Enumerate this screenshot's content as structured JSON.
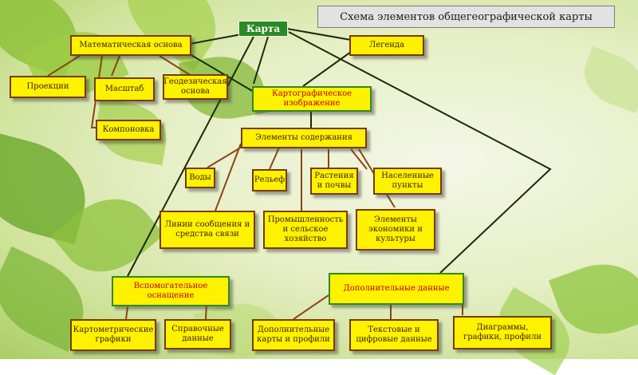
{
  "title": "Схема элементов общегеографической карты",
  "colors": {
    "node_fill": "#fff200",
    "node_border": "#7a3a0a",
    "root_fill": "#2a8a24",
    "red_text": "#c00000"
  },
  "nodes": {
    "karta": "Карта",
    "mat_osnova": "Математическая основа",
    "legenda": "Легенда",
    "proektsii": "Проекции",
    "masshtab": "Масштаб",
    "geodez": "Геодезическая основа",
    "kompanovka": "Компоновка",
    "kart_izobr": "Картографическое изображение",
    "elem_soderzh": "Элементы содержания",
    "vody": "Воды",
    "relief": "Рельеф",
    "rastenia": "Растения и почвы",
    "naselennye": "Населенные пункты",
    "linii": "Линии сообщения и средства связи",
    "promyshl": "Промышленность и сельское хозяйство",
    "elem_ekon": "Элементы экономики и культуры",
    "vspom": "Вспомогательное оснащение",
    "dopoln": "Дополнительные данные",
    "kartometr": "Картометрические графики",
    "spravoch": "Справочные данные",
    "dop_karty": "Дополнительные карты и профили",
    "tekst": "Текстовые и цифровые данные",
    "diagrammy": "Диаграммы, графики, профили"
  }
}
